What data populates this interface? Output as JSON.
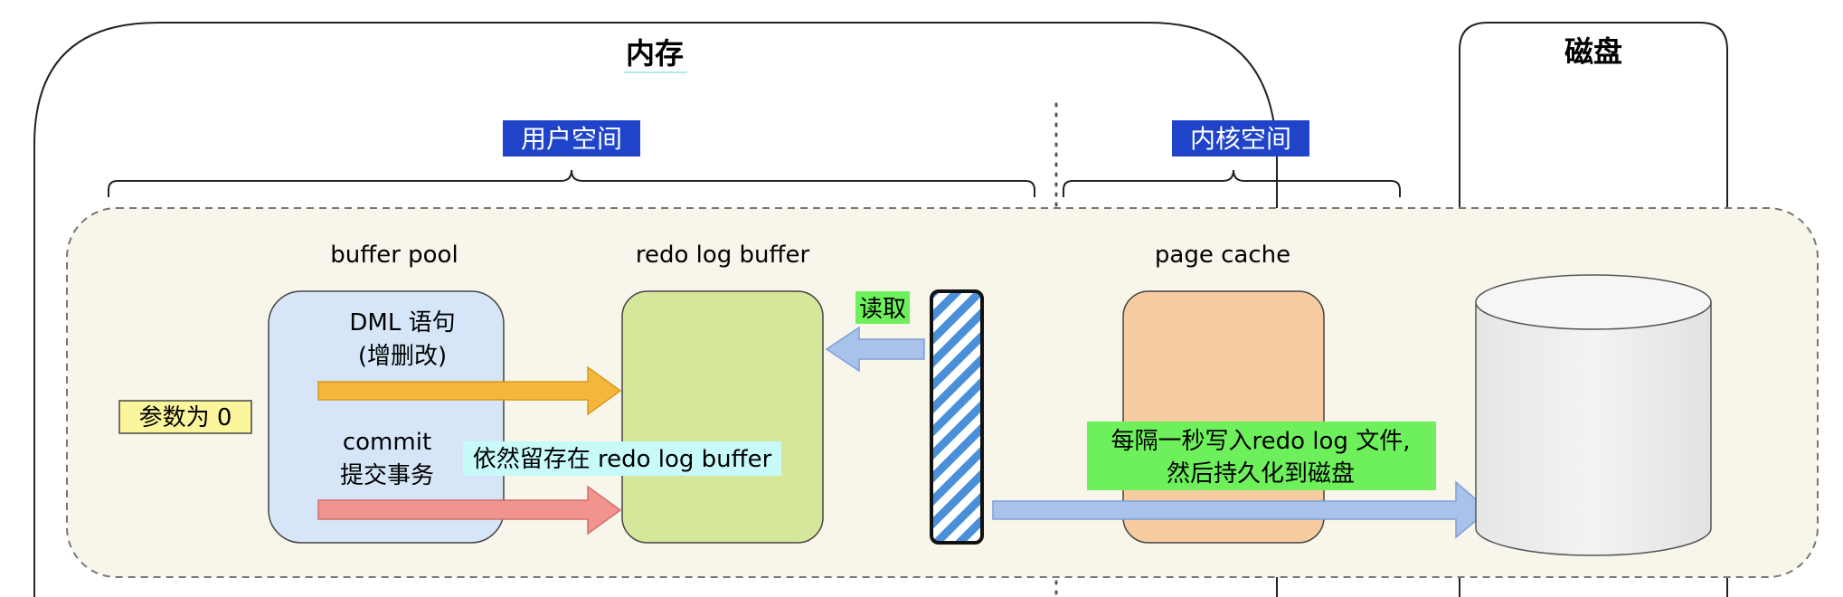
{
  "labels": {
    "memory": "内存",
    "disk": "磁盘",
    "user_space": "用户空间",
    "kernel_space": "内核空间",
    "buffer_pool": "buffer pool",
    "redo_log_buffer": "redo log buffer",
    "page_cache": "page cache",
    "dml_line1": "DML 语句",
    "dml_line2": "(增删改)",
    "commit_line1": "commit",
    "commit_line2": "提交事务",
    "param": "参数为 0",
    "read": "读取",
    "stay_in_buffer": "依然留存在 redo log buffer",
    "flush_line1": "每隔一秒写入redo log 文件,",
    "flush_line2": "然后持久化到磁盘"
  },
  "colors": {
    "tag_blue": "#1f44c9",
    "zone_fill": "#f8f6ea",
    "buffer_pool_fill": "#d6e6f8",
    "redo_buffer_fill": "#d4e79a",
    "page_cache_fill": "#f6cba0",
    "param_fill": "#fbf59c",
    "green_label": "#6ef05c",
    "cyan_label": "#c8fafa",
    "arrow_orange": "#f4b63b",
    "arrow_red": "#f1948f",
    "arrow_blue": "#a9c2ea",
    "hatch_blue": "#4a90d9"
  }
}
